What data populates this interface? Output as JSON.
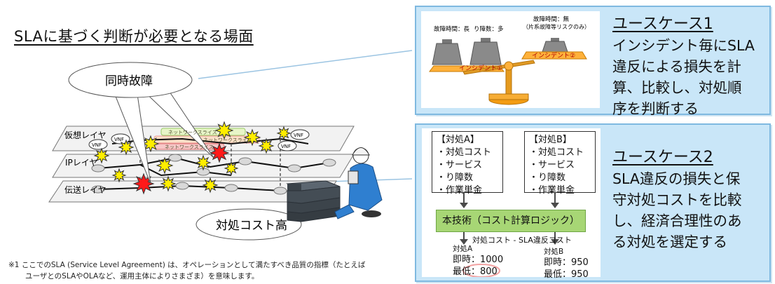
{
  "title": "SLAに基づく判断が必要となる場面",
  "left_diagram": {
    "bubble_top": "同時故障",
    "bubble_bottom": "対処コスト高",
    "layers": [
      "仮想レイヤ",
      "IPレイヤ",
      "伝送レイヤ"
    ],
    "slice_labels": [
      "ネットワークスライス",
      "ネットワークスライス",
      "ネットワークスライス"
    ],
    "vnf_label": "VNF"
  },
  "footnote": {
    "line1": "※1 ここでのSLA (Service Level Agreement) は、オペレーションとして満たすべき品質の指標（たとえば",
    "line2": "ユーザとのSLAやOLAなど、運用主体によりさまざま）を意味します。"
  },
  "usecase1": {
    "title": "ユースケース1",
    "desc": [
      "インシデント毎にSLA",
      "違反による損失を計",
      "算、比較し、対処順",
      "序を判断する"
    ],
    "scale": {
      "left_label1": "故障時間：長",
      "left_label2": "り障数：多",
      "right_label_line1": "故障時間：無",
      "right_label_line2": "（片系故障等リスクのみ）",
      "incident1": "インシデント①",
      "incident2": "インシデント②"
    }
  },
  "usecase2": {
    "title": "ユースケース2",
    "desc": [
      "SLA違反の損失と保",
      "守対処コストを比較",
      "し、経済合理性のあ",
      "る対処を選定する"
    ],
    "docA": {
      "head": "【対処A】",
      "items": [
        "・対処コスト",
        "・サービス",
        "・り障数",
        "・作業単金"
      ]
    },
    "docB": {
      "head": "【対処B】",
      "items": [
        "・対処コスト",
        "・サービス",
        "・り障数",
        "・作業単金"
      ]
    },
    "tech_label": "本技術（コスト計算ロジック）",
    "cost_formula": "対処コスト - SLA違反コスト",
    "resultA": {
      "label": "対処A",
      "line1": "即時：1000",
      "line2": "最低：800"
    },
    "resultB": {
      "label": "対処B",
      "line1": "即時：950",
      "line2": "最低：950"
    }
  },
  "colors": {
    "panel_bg": "#c9e6f8",
    "panel_border": "#7fb9e0",
    "tech_green": "#a7d675",
    "incident_red": "#ff1a1a",
    "incident_yellow": "#ffee00"
  }
}
